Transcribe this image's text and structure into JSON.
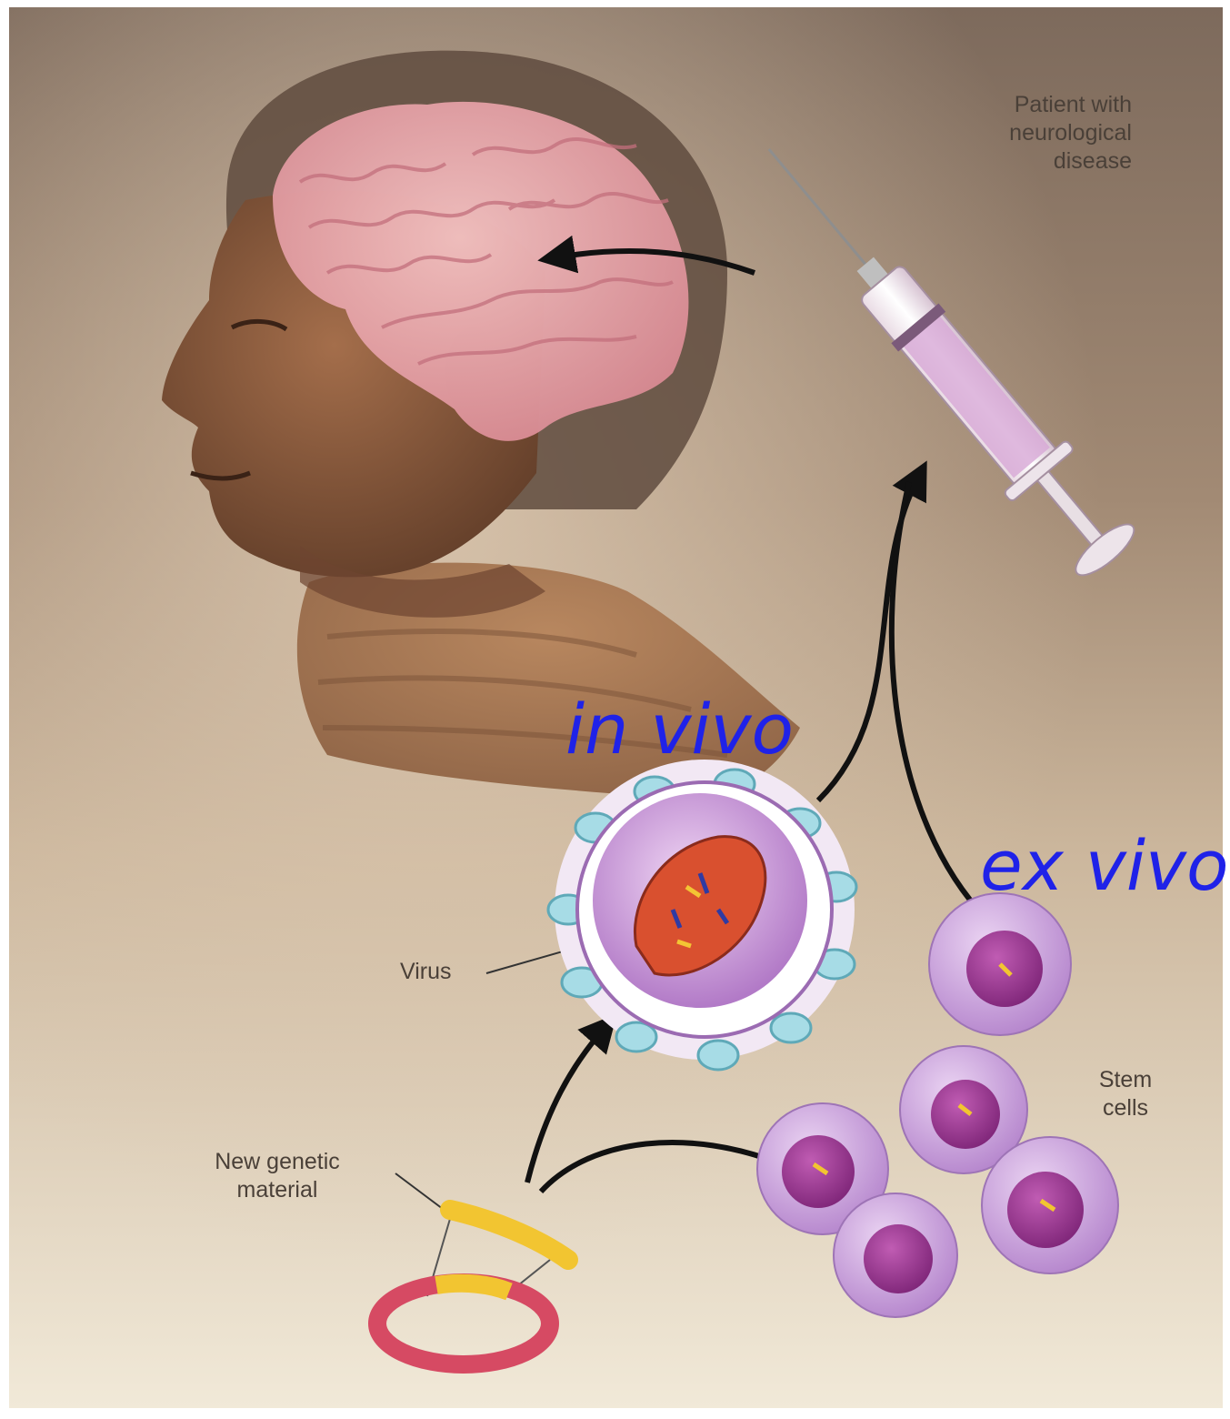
{
  "labels": {
    "patient": [
      "Patient with",
      "neurological",
      "disease"
    ],
    "virus": "Virus",
    "genetic": [
      "New genetic",
      "material"
    ],
    "stem": [
      "Stem",
      "cells"
    ]
  },
  "annotations": {
    "in_vivo": "in vivo",
    "ex_vivo": "ex vivo"
  },
  "colors": {
    "background_top": "#8c7867",
    "background_bottom": "#f2ead8",
    "annotation_blue": "#1f22e8",
    "brain_pink": "#e9a3a6",
    "skin": "#8a5a3e",
    "sweater": "#a97a55",
    "virus_purple": "#c79ad8",
    "virus_spikes": "#9fd6e0",
    "stem_cell_purple": "#c69bd9",
    "nucleus_magenta": "#a23d99",
    "dna_yellow": "#f2c531",
    "plasmid_red": "#d64a63"
  },
  "icons": [
    "patient-head",
    "brain",
    "syringe",
    "virus",
    "stem-cells",
    "plasmid"
  ]
}
